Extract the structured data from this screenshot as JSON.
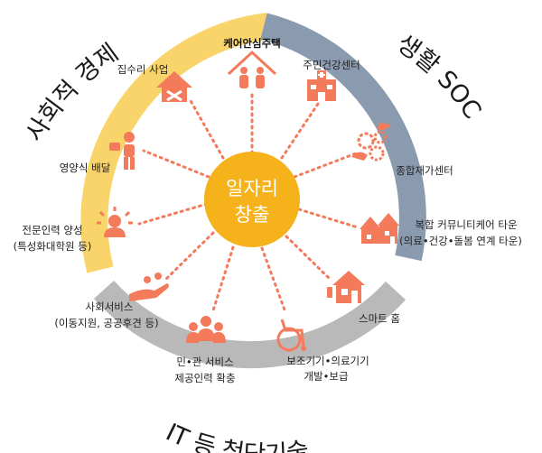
{
  "center": {
    "line1": "일자리",
    "line2": "창출",
    "color": "#f5b21a"
  },
  "arcs": {
    "social_economy": {
      "label": "사회적 경제",
      "color": "#f8d46a"
    },
    "life_soc": {
      "label": "생활 SOC",
      "color": "#8a9bb0"
    },
    "it_tech": {
      "label": "IT 등 첨단기술",
      "color": "#b9b9b9"
    }
  },
  "accent_color": "#f47a5c",
  "items": {
    "care_housing": {
      "label": "케어안심주택",
      "icon": "family-house-icon"
    },
    "health_center": {
      "label": "주민건강센터",
      "icon": "health-center-building-icon"
    },
    "care_center": {
      "label": "종합재가센터",
      "icon": "gears-hands-icon"
    },
    "care_town_1": {
      "label": "복합 커뮤니티케어 타운",
      "icon": "town-houses-icon"
    },
    "care_town_2": {
      "label": "(의료•건강•돌봄 연계 타운)"
    },
    "smart_home": {
      "label": "스마트 홈",
      "icon": "smart-home-icon"
    },
    "assistive_1": {
      "label": "보조기기•의료기기",
      "icon": "wheelchair-icon"
    },
    "assistive_2": {
      "label": "개발•보급"
    },
    "public_1": {
      "label": "민•관 서비스",
      "icon": "people-group-icon"
    },
    "public_2": {
      "label": "제공인력 확충"
    },
    "social_service_1": {
      "label": "사회서비스",
      "icon": "hand-care-icon"
    },
    "social_service_2": {
      "label": "(이동지원, 공공후견 등)"
    },
    "training_1": {
      "label": "전문인력 양성",
      "icon": "expert-person-icon"
    },
    "training_2": {
      "label": "(특성화대학원 등)"
    },
    "meal_delivery": {
      "label": "영양식 배달",
      "icon": "delivery-person-icon"
    },
    "house_repair": {
      "label": "집수리 사업",
      "icon": "house-repair-icon"
    }
  }
}
